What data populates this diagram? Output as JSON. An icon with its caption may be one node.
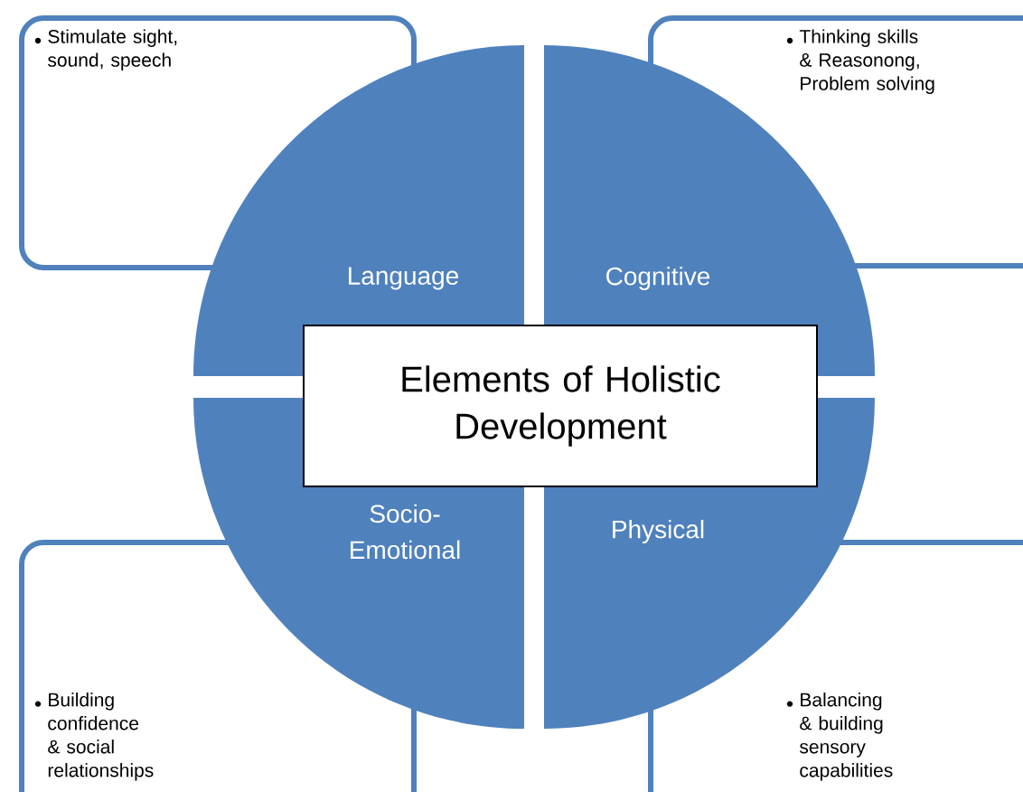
{
  "diagram": {
    "nodes": [
      {
        "text": [
          "Stimulate sight, sound, speech"
        ]
      },
      {
        "text": [
          "Thinking skills & Reasonong, Problem solving"
        ]
      },
      {
        "text": [
          "Language"
        ]
      },
      {
        "text": [
          "Cognitive"
        ]
      },
      {
        "text": [
          "Elements of Holistic Development"
        ]
      },
      {
        "text": [
          "Socio-Emotional"
        ]
      },
      {
        "text": [
          "Physical"
        ]
      },
      {
        "text": [
          "Building confidence & social relationships"
        ]
      },
      {
        "text": [
          "Balancing & building sensory capabilities"
        ]
      }
    ]
  }
}
